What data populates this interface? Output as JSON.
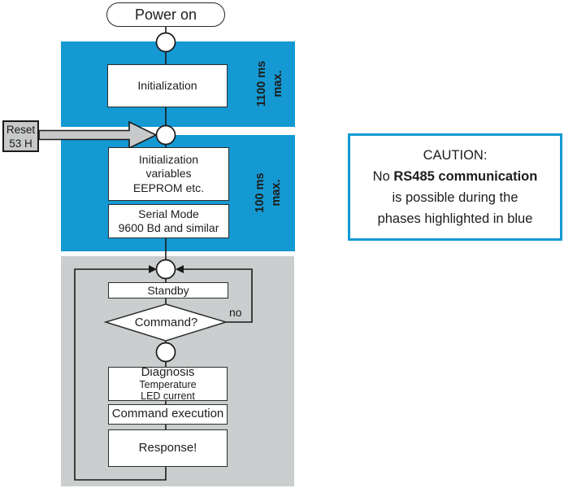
{
  "colors": {
    "highlight_blue": "#1499d3",
    "loop_gray": "#cbcecf",
    "reset_gray": "#c7c9cb",
    "line_black": "#1a1a1a",
    "caution_border_blue": "#1499d3"
  },
  "start": {
    "label": "Power on"
  },
  "phase1": {
    "init_label": "Initialization",
    "duration_line1": "1100 ms",
    "duration_line2": "max."
  },
  "reset": {
    "line1": "Reset",
    "line2": "53 H"
  },
  "phase2": {
    "box1_line1": "Initialization",
    "box1_line2": "variables",
    "box1_line3": "EEPROM etc.",
    "box2_line1": "Serial Mode",
    "box2_line2": "9600 Bd and similar",
    "duration_line1": "100 ms",
    "duration_line2": "max."
  },
  "loop": {
    "standby": "Standby",
    "decision": "Command?",
    "no_label": "no",
    "diagnosis_title": "Diagnosis",
    "diagnosis_sub1": "Temperature",
    "diagnosis_sub2": "LED current",
    "command_exec": "Command execution",
    "response": "Response!"
  },
  "caution": {
    "line1": "CAUTION:",
    "line2_prefix": "No ",
    "line2_bold": "RS485 communication",
    "line3": "is possible during the",
    "line4": "phases highlighted in blue"
  }
}
